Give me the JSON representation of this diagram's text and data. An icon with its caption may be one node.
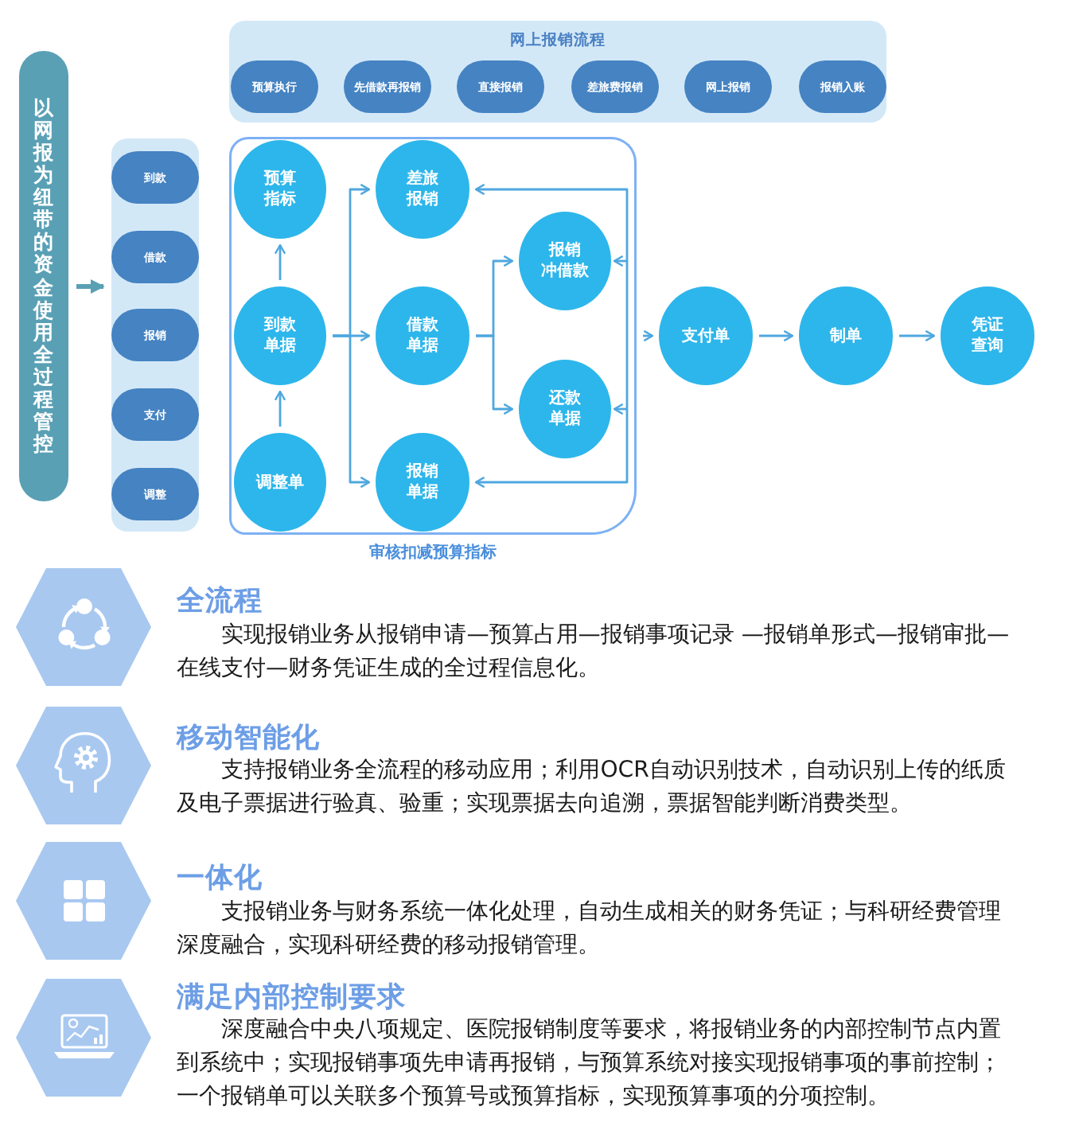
{
  "diagram": {
    "nodes": [
      {
        "text": [
          "以网报为纽带的资金使用全过程管控"
        ]
      },
      {
        "text": [
          "网上报销流程"
        ]
      },
      {
        "text": [
          "预算执行"
        ],
        "in": 1
      },
      {
        "text": [
          "先借款再报销"
        ],
        "in": 1
      },
      {
        "text": [
          "直接报销"
        ],
        "in": 1
      },
      {
        "text": [
          "差旅费报销"
        ],
        "in": 1
      },
      {
        "text": [
          "网上报销"
        ],
        "in": 1
      },
      {
        "text": [
          "报销入账"
        ],
        "in": 1
      },
      {
        "text": [],
        "shape": "box"
      },
      {
        "text": [
          "到款"
        ],
        "in": 8
      },
      {
        "text": [
          "借款"
        ],
        "in": 8
      },
      {
        "text": [
          "报销"
        ],
        "in": 8
      },
      {
        "text": [
          "支付"
        ],
        "in": 8
      },
      {
        "text": [
          "调整"
        ],
        "in": 8
      },
      {
        "text": [
          "审核扣减预算指标"
        ]
      },
      {
        "text": [
          "预算指标"
        ],
        "in": 14
      },
      {
        "text": [
          "差旅报销"
        ],
        "in": 14
      },
      {
        "text": [
          "报销冲借款"
        ],
        "in": 14
      },
      {
        "text": [
          "到款单据"
        ],
        "in": 14
      },
      {
        "text": [
          "借款单据"
        ],
        "in": 14
      },
      {
        "text": [
          "还款单据"
        ],
        "in": 14
      },
      {
        "text": [
          "调整单"
        ],
        "in": 14
      },
      {
        "text": [
          "报销单据"
        ],
        "in": 14
      },
      {
        "text": [
          "支付单"
        ]
      },
      {
        "text": [
          "制单"
        ]
      },
      {
        "text": [
          "凭证查询"
        ]
      }
    ],
    "edges": [
      {
        "from": 0,
        "to": 8,
        "arrow": "to",
        "style": "thick",
        "color": "#5aa0b4"
      },
      {
        "from": 21,
        "to": 18,
        "arrow": "to"
      },
      {
        "from": 18,
        "to": 15,
        "arrow": "to"
      },
      {
        "from": 18,
        "to": 16,
        "arrow": "to"
      },
      {
        "from": 18,
        "to": 19,
        "arrow": "to"
      },
      {
        "from": 18,
        "to": 22,
        "arrow": "to"
      },
      {
        "from": 19,
        "to": 17,
        "arrow": "to"
      },
      {
        "from": 19,
        "to": 20,
        "arrow": "to"
      },
      {
        "from": null,
        "to": 16,
        "arrow": "to"
      },
      {
        "from": null,
        "to": 17,
        "arrow": "to"
      },
      {
        "from": null,
        "to": 20,
        "arrow": "to"
      },
      {
        "from": null,
        "to": 22,
        "arrow": "to"
      },
      {
        "from": 14,
        "to": 23,
        "arrow": "to"
      },
      {
        "from": 23,
        "to": 24,
        "arrow": "to"
      },
      {
        "from": 24,
        "to": 25,
        "arrow": "to"
      }
    ],
    "labels": [
      "全流程",
      "实现报销业务从报销申请—预算占用—报销事项记录 —报销单形式—报销审批—在线支付—财务凭证生成的全过程信息化。",
      "移动智能化",
      "支持报销业务全流程的移动应用；利用OCR自动识别技术，自动识别上传的纸质及电子票据进行验真、验重；实现票据去向追溯，票据智能判断消费类型。",
      "一体化",
      "支报销业务与财务系统一体化处理，自动生成相关的财务凭证；与科研经费管理深度融合，实现科研经费的移动报销管理。",
      "满足内部控制要求",
      "深度融合中央八项规定、医院报销制度等要求，将报销业务的内部控制节点内置到系统中；实现报销事项先申请再报销，与预算系统对接实现报销事项的事前控制；一个报销单可以关联多个预算号或预算指标，实现预算事项的分项控制。"
    ]
  }
}
